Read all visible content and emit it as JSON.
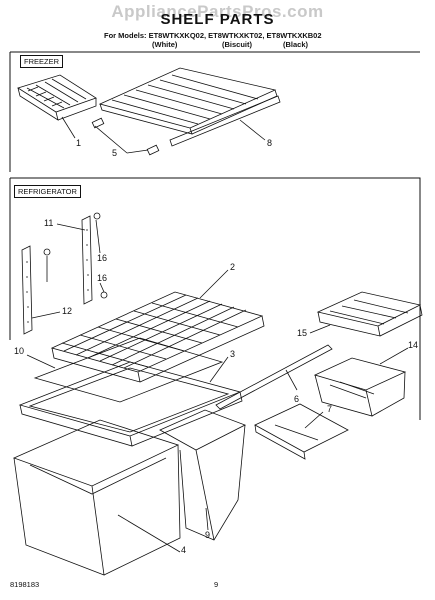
{
  "header": {
    "watermark": "AppliancePartsPros.com",
    "title": "SHELF PARTS",
    "models": "For Models: ET8WTKXKQ02, ET8WTKXKT02, ET8WTKXKB02",
    "colors": [
      "(White)",
      "(Biscuit)",
      "(Black)"
    ]
  },
  "sections": {
    "freezer": "FREEZER",
    "refrigerator": "REFRIGERATOR"
  },
  "callouts": [
    "1",
    "5",
    "8",
    "11",
    "16",
    "16",
    "12",
    "2",
    "10",
    "3",
    "15",
    "14",
    "6",
    "7",
    "4",
    "9"
  ],
  "footer": {
    "doc_number": "8198183",
    "page_number": "9"
  },
  "colors": {
    "line": "#111111",
    "watermark": "#c9c9c9"
  }
}
